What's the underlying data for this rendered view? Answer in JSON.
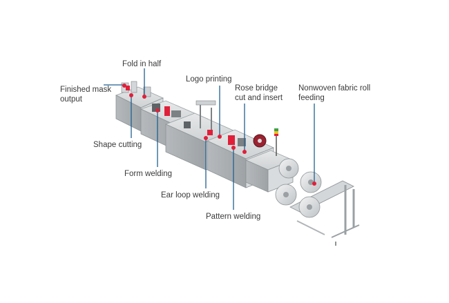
{
  "labels": {
    "finished_mask_output": "Finished mask output",
    "fold_in_half": "Fold in half",
    "logo_printing": "Logo printing",
    "rose_bridge": "Rose bridge cut and insert",
    "nonwoven_feeding": "Nonwoven fabric roll feeding",
    "shape_cutting": "Shape cutting",
    "form_welding": "Form welding",
    "ear_loop_welding": "Ear loop welding",
    "pattern_welding": "Pattern welding"
  },
  "colors": {
    "leader_line": "#1f5f8f",
    "marker": "#e0203a",
    "machine_body": "#c9ccce",
    "machine_dark": "#7c8184"
  }
}
